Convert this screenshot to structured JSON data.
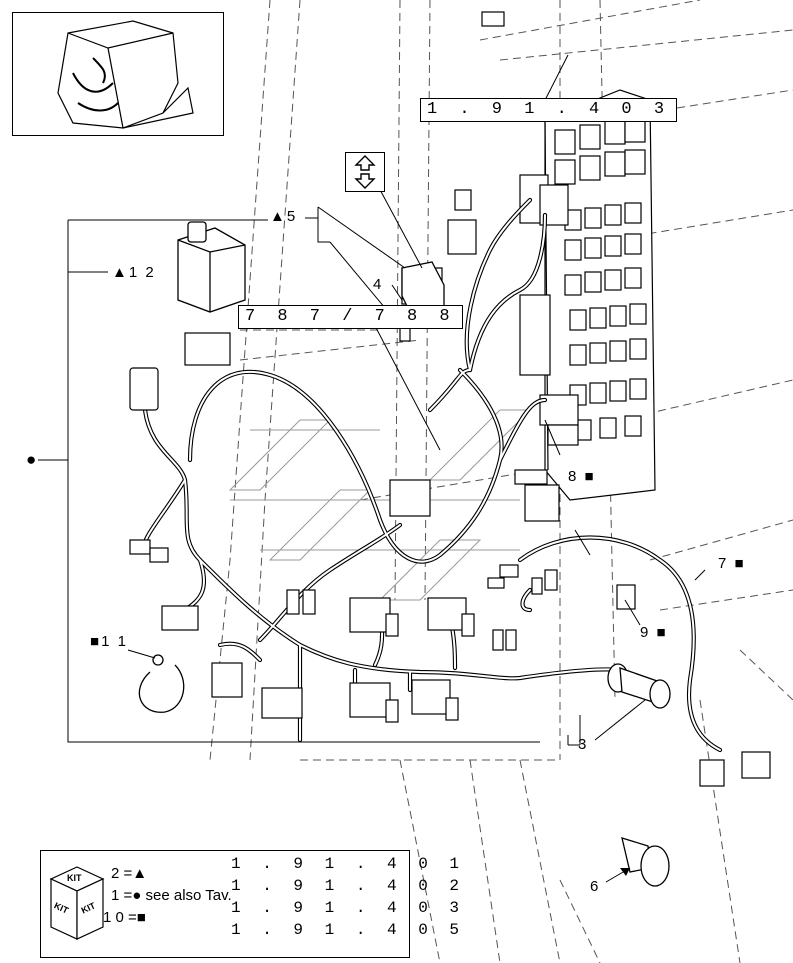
{
  "ref_top": "1 . 9 1 . 4 0 3",
  "ref_connector": "7 8 7 / 7 8 8",
  "callouts": {
    "c5": "5",
    "c12": "1 2",
    "c4": "4",
    "c8": "8",
    "c7": "7",
    "c9": "9",
    "c11": "1 1",
    "c3": "3",
    "c6": "6"
  },
  "legend": {
    "kit_top": "KIT",
    "kit_left": "KIT",
    "kit_right": "KIT",
    "row1_num": "2 =",
    "row2_num": "1 =",
    "row2_text": "see also Tav.",
    "row3_num": "1 0 =",
    "refs": [
      "1 . 9 1 . 4 0 1",
      "1 . 9 1 . 4 0 2",
      "1 . 9 1 . 4 0 3",
      "1 . 9 1 . 4 0 5"
    ]
  },
  "symbols": {
    "triangle": "▲",
    "circle": "●",
    "square": "■"
  },
  "icons": [
    "cab-thumbnail",
    "up-down-arrow-icon",
    "kit-cube-icon",
    "relay-icon",
    "fuse-box",
    "connector-icon"
  ]
}
